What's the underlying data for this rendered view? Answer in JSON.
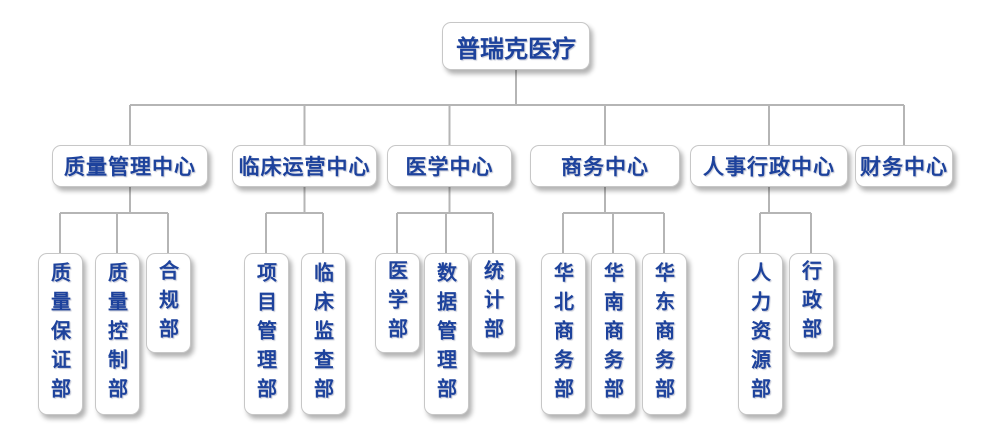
{
  "root": {
    "label": "普瑞克医疗"
  },
  "centers": [
    {
      "label": "质量管理中心",
      "departments": [
        "质量保证部",
        "质量控制部",
        "合规部"
      ]
    },
    {
      "label": "临床运营中心",
      "departments": [
        "项目管理部",
        "临床监查部"
      ]
    },
    {
      "label": "医学中心",
      "departments": [
        "医学部",
        "数据管理部",
        "统计部"
      ]
    },
    {
      "label": "商务中心",
      "departments": [
        "华北商务部",
        "华南商务部",
        "华东商务部"
      ]
    },
    {
      "label": "人事行政中心",
      "departments": [
        "人力资源部",
        "行政部"
      ]
    },
    {
      "label": "财务中心",
      "departments": []
    }
  ],
  "colors": {
    "node_text": "#1d429c",
    "connector_line": "#b5b5b5",
    "node_background": "#ffffff",
    "node_border": "#c7c7c7"
  }
}
